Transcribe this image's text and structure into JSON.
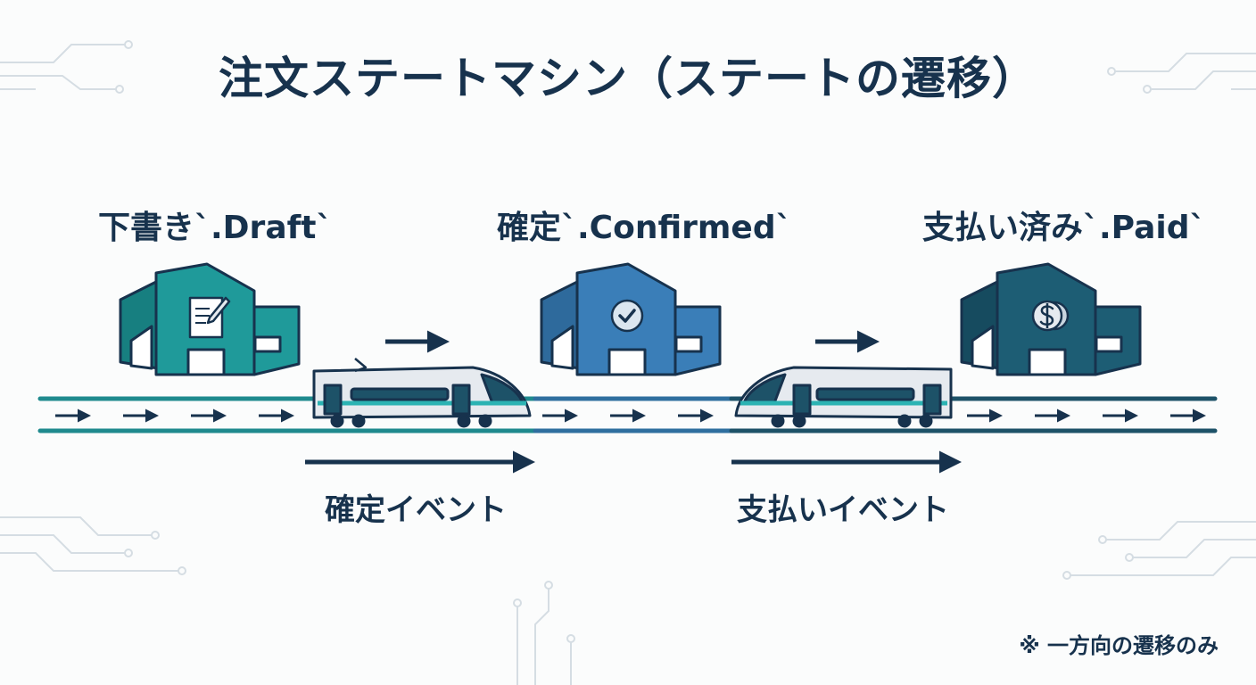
{
  "title": "注文ステートマシン（ステートの遷移）",
  "states": [
    {
      "label": "下書き`.Draft`",
      "color": "#1f9a9a",
      "icon": "document-pen-icon"
    },
    {
      "label": "確定`.Confirmed`",
      "color": "#3a7eb8",
      "icon": "checkmark-icon"
    },
    {
      "label": "支払い済み`.Paid`",
      "color": "#1d5d74",
      "icon": "dollar-coin-icon"
    }
  ],
  "events": [
    {
      "label": "確定イベント"
    },
    {
      "label": "支払いイベント"
    }
  ],
  "note": "※ 一方向の遷移のみ",
  "colors": {
    "navy": "#17324d",
    "track_teal": "#1f8a8e",
    "track_blue": "#2f6f9f",
    "track_dark": "#1d5268",
    "train_body": "#e6eaef",
    "train_stripe": "#2bb3b3"
  }
}
